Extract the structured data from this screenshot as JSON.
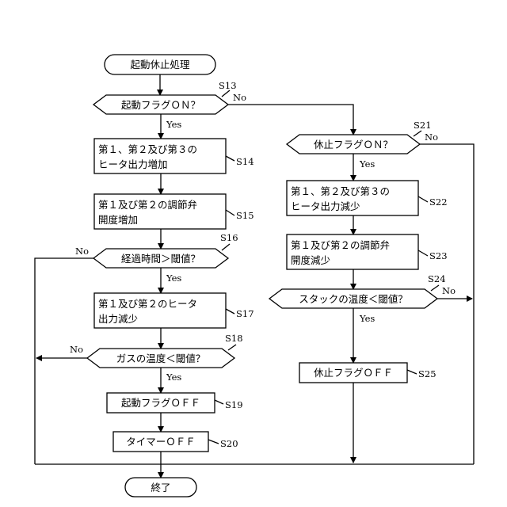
{
  "start": "起動休止処理",
  "end": "終了",
  "left": {
    "s13": {
      "step": "S13",
      "text": "起動フラグＯＮ？",
      "yes": "Yes",
      "no": "No"
    },
    "s14": {
      "step": "S14",
      "line1": "第１、第２及び第３の",
      "line2": "ヒータ出力増加"
    },
    "s15": {
      "step": "S15",
      "line1": "第１及び第２の調節弁",
      "line2": "開度増加"
    },
    "s16": {
      "step": "S16",
      "text": "経過時間＞閾値？",
      "yes": "Yes",
      "no": "No"
    },
    "s17": {
      "step": "S17",
      "line1": "第１及び第２のヒータ",
      "line2": "出力減少"
    },
    "s18": {
      "step": "S18",
      "text": "ガスの温度＜閾値？",
      "yes": "Yes",
      "no": "No"
    },
    "s19": {
      "step": "S19",
      "text": "起動フラグＯＦＦ"
    },
    "s20": {
      "step": "S20",
      "text": "タイマーＯＦＦ"
    }
  },
  "right": {
    "s21": {
      "step": "S21",
      "text": "休止フラグＯＮ？",
      "yes": "Yes",
      "no": "No"
    },
    "s22": {
      "step": "S22",
      "line1": "第１、第２及び第３の",
      "line2": "ヒータ出力減少"
    },
    "s23": {
      "step": "S23",
      "line1": "第１及び第２の調節弁",
      "line2": "開度減少"
    },
    "s24": {
      "step": "S24",
      "text": "スタックの温度＜閾値？",
      "yes": "Yes",
      "no": "No"
    },
    "s25": {
      "step": "S25",
      "text": "休止フラグＯＦＦ"
    }
  }
}
